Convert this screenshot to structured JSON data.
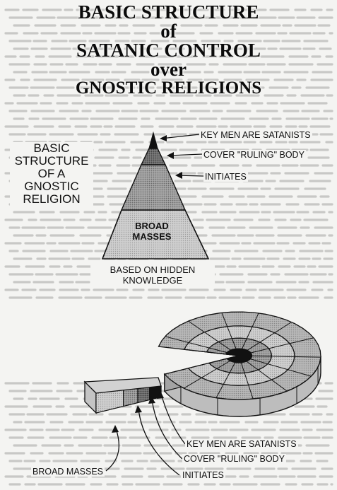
{
  "title": {
    "line1": "BASIC STRUCTURE",
    "line2": "of",
    "line3": "SATANIC CONTROL",
    "line4": "over",
    "line5": "GNOSTIC RELIGIONS"
  },
  "pyramid": {
    "side_label": [
      "BASIC",
      "STRUCTURE",
      "OF A",
      "GNOSTIC",
      "RELIGION"
    ],
    "labels": {
      "key_men": "KEY MEN ARE SATANISTS",
      "cover": "COVER \"RULING\" BODY",
      "initiates": "INITIATES"
    },
    "base_text": [
      "BROAD",
      "MASSES"
    ],
    "basis": [
      "BASED ON HIDDEN",
      "KNOWLEDGE"
    ]
  },
  "disc": {
    "labels": {
      "key_men": "KEY MEN ARE SATANISTS",
      "cover": "COVER \"RULING\" BODY",
      "broad": "BROAD MASSES",
      "initiates": "INITIATES"
    }
  },
  "colors": {
    "ink": "#111111",
    "paper": "#f4f4f2",
    "layer_light": "#c9c9c9",
    "layer_mid": "#9a9a9a",
    "layer_dark": "#6e6e6e",
    "apex": "#111111"
  }
}
